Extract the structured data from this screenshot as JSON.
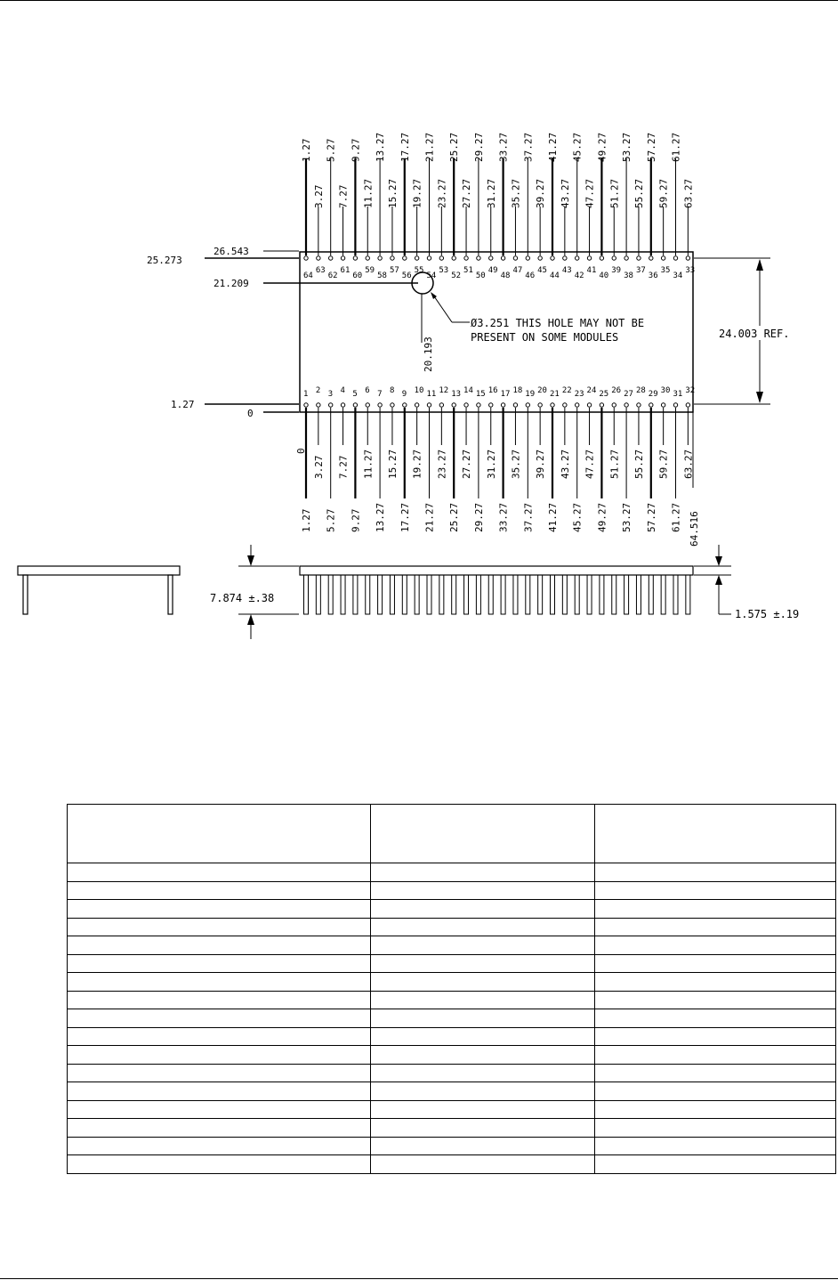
{
  "drawing": {
    "top_pin_labels": [
      "1.27",
      "3.27",
      "5.27",
      "7.27",
      "9.27",
      "11.27",
      "13.27",
      "15.27",
      "17.27",
      "19.27",
      "21.27",
      "23.27",
      "25.27",
      "27.27",
      "29.27",
      "31.27",
      "33.27",
      "35.27",
      "37.27",
      "39.27",
      "41.27",
      "43.27",
      "45.27",
      "47.27",
      "49.27",
      "51.27",
      "53.27",
      "55.27",
      "57.27",
      "59.27",
      "61.27",
      "63.27"
    ],
    "bottom_pin_labels": [
      "1.27",
      "3.27",
      "5.27",
      "7.27",
      "9.27",
      "11.27",
      "13.27",
      "15.27",
      "17.27",
      "19.27",
      "21.27",
      "23.27",
      "25.27",
      "27.27",
      "29.27",
      "31.27",
      "33.27",
      "35.27",
      "37.27",
      "39.27",
      "41.27",
      "43.27",
      "45.27",
      "47.27",
      "49.27",
      "51.27",
      "53.27",
      "55.27",
      "57.27",
      "59.27",
      "61.27",
      "63.27"
    ],
    "bottom_origin_label": "0",
    "bottom_end_label": "64.516",
    "left_dimensions": {
      "d1": "26.543",
      "d2": "25.273",
      "d3": "21.209",
      "d4": "1.27",
      "d5": "0"
    },
    "hole_x_dimension": "20.193",
    "hole_note_line1": "Ø3.251 THIS HOLE MAY NOT BE",
    "hole_note_line2": "PRESENT ON SOME MODULES",
    "height_ref": "24.003 REF.",
    "pin_length": "7.874 ±.38",
    "board_thickness": "1.575 ±.19"
  },
  "table": {
    "headers": [
      "",
      "",
      ""
    ],
    "row_count": 17
  }
}
